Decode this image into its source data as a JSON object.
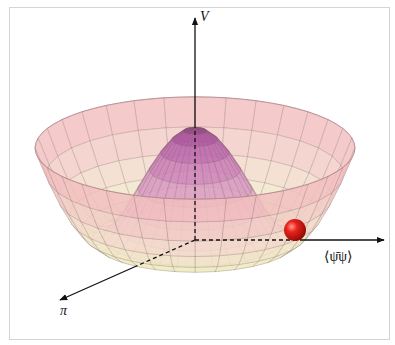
{
  "diagram": {
    "labels": [
      "V",
      "⟨ψ̄ψ⟩",
      "π"
    ]
  }
}
